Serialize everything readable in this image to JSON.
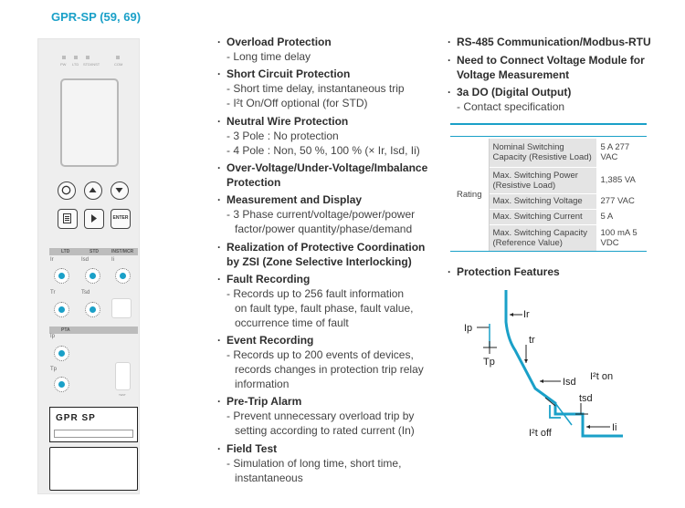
{
  "title": "GPR-SP (59, 69)",
  "device": {
    "leds": [
      "PW",
      "LTD",
      "STD/INST",
      "COM"
    ],
    "buttons": [
      "ENTER"
    ],
    "section1": [
      "LTD",
      "STD",
      "INST/MCR"
    ],
    "section2": "PTA",
    "dials": {
      "ir": "Ir",
      "isd": "Isd",
      "ii": "Ii",
      "tr": "Tr",
      "tsd": "Tsd",
      "ip": "Ip",
      "tp": "Tp"
    },
    "test_label": "TEST",
    "brand": "GPR SP"
  },
  "features_left": [
    {
      "head": "Overload Protection",
      "lines": [
        "- Long time delay"
      ]
    },
    {
      "head": "Short Circuit Protection",
      "lines": [
        "- Short time delay, instantaneous trip",
        "- I²t On/Off optional (for STD)"
      ]
    },
    {
      "head": "Neutral Wire Protection",
      "lines": [
        "- 3 Pole : No protection",
        "- 4 Pole : Non, 50 %, 100 % (× Ir, Isd, Ii)"
      ]
    },
    {
      "head": "Over-Voltage/Under-Voltage/Imbalance Protection",
      "lines": []
    },
    {
      "head": "Measurement and Display",
      "lines": [
        "- 3 Phase current/voltage/power/power",
        "factor/power quantity/phase/demand"
      ]
    },
    {
      "head": "Realization of Protective Coordination by ZSI (Zone Selective Interlocking)",
      "lines": []
    },
    {
      "head": "Fault Recording",
      "lines": [
        "- Records up to 256 fault information",
        "on fault type, fault phase, fault value,",
        "occurrence time of fault"
      ]
    },
    {
      "head": "Event Recording",
      "lines": [
        "- Records up to 200 events of devices,",
        "records changes in protection trip relay",
        "information"
      ]
    },
    {
      "head": "Pre-Trip Alarm",
      "lines": [
        "- Prevent unnecessary overload trip by",
        "setting according to rated current (In)"
      ]
    },
    {
      "head": "Field Test",
      "lines": [
        "- Simulation of long time, short time,",
        "instantaneous"
      ]
    }
  ],
  "features_right": [
    {
      "head": "RS-485 Communication/Modbus-RTU",
      "lines": []
    },
    {
      "head": "Need to Connect Voltage Module for Voltage Measurement",
      "lines": []
    },
    {
      "head": "3a DO (Digital Output)",
      "lines": [
        "- Contact specification"
      ]
    }
  ],
  "rating": {
    "label": "Rating",
    "rows": [
      {
        "name": "Nominal Switching Capacity (Resistive Load)",
        "value": "5 A 277 VAC"
      },
      {
        "name": "Max. Switching Power (Resistive Load)",
        "value": "1,385 VA"
      },
      {
        "name": "Max. Switching Voltage",
        "value": "277 VAC"
      },
      {
        "name": "Max. Switching Current",
        "value": "5 A"
      },
      {
        "name": "Max. Switching Capacity (Reference Value)",
        "value": "100 mA 5 VDC"
      }
    ]
  },
  "protection": {
    "heading": "Protection Features",
    "labels": {
      "ir": "Ir",
      "ip": "Ip",
      "tp": "Tp",
      "tr": "tr",
      "isd": "Isd",
      "i2t_on": "I²t on",
      "tsd": "tsd",
      "i2t_off": "I²t off",
      "ii": "Ii"
    },
    "colors": {
      "curve": "#1aa0c8",
      "accent": "#1aa0c8"
    }
  }
}
